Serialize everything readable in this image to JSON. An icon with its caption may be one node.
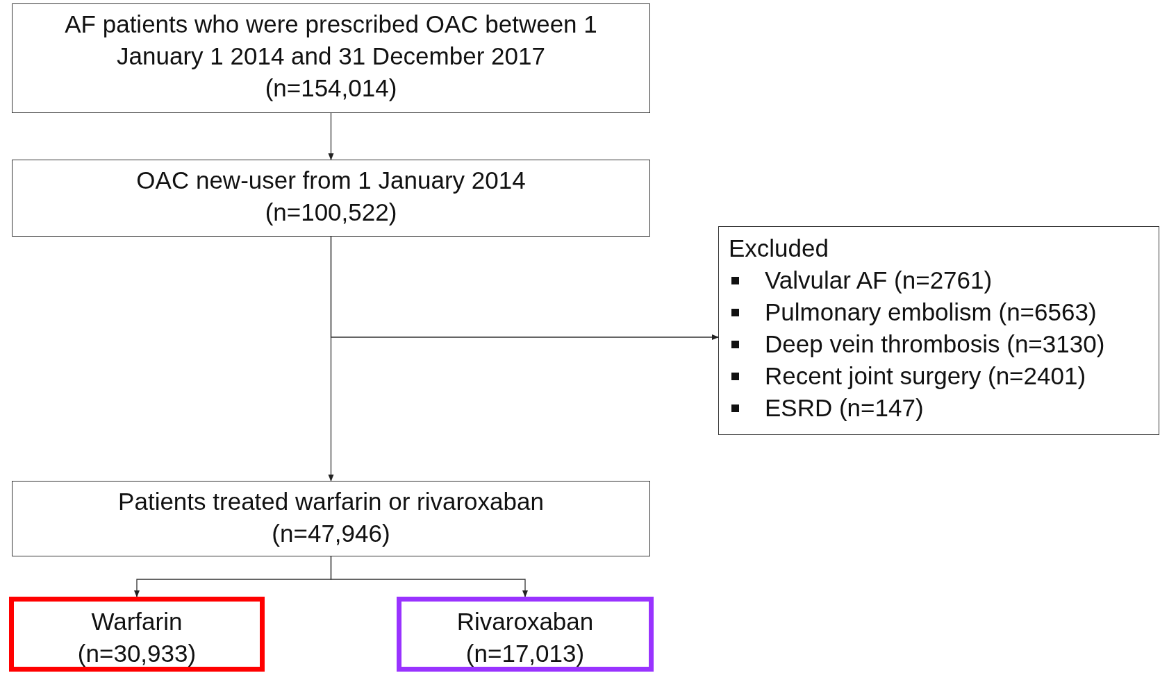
{
  "diagram": {
    "nodes": [
      {
        "text": [
          "AF patients who were prescribed OAC between 1 January 1 2014 and 31 December 2017",
          "(n=154,014)"
        ]
      },
      {
        "text": [
          "OAC new-user from 1 January 2014",
          "(n=100,522)"
        ]
      },
      {
        "text": [
          "Excluded",
          "Valvular AF (n=2761)",
          "Pulmonary embolism (n=6563)",
          "Deep vein thrombosis (n=3130)",
          "Recent joint surgery (n=2401)",
          "ESRD (n=147)"
        ]
      },
      {
        "text": [
          "Patients treated warfarin or rivaroxaban",
          "(n=47,946)"
        ]
      },
      {
        "text": [
          "Warfarin",
          "(n=30,933)"
        ]
      },
      {
        "text": [
          "Rivaroxaban",
          "(n=17,013)"
        ]
      }
    ],
    "edges": [
      {
        "from": 0,
        "to": 1,
        "arrow": "to"
      },
      {
        "from": 1,
        "to": 2,
        "arrow": "to"
      },
      {
        "from": 1,
        "to": 3,
        "arrow": "to"
      },
      {
        "from": 3,
        "to": 4,
        "arrow": "to"
      },
      {
        "from": 3,
        "to": 5,
        "arrow": "to"
      }
    ]
  }
}
